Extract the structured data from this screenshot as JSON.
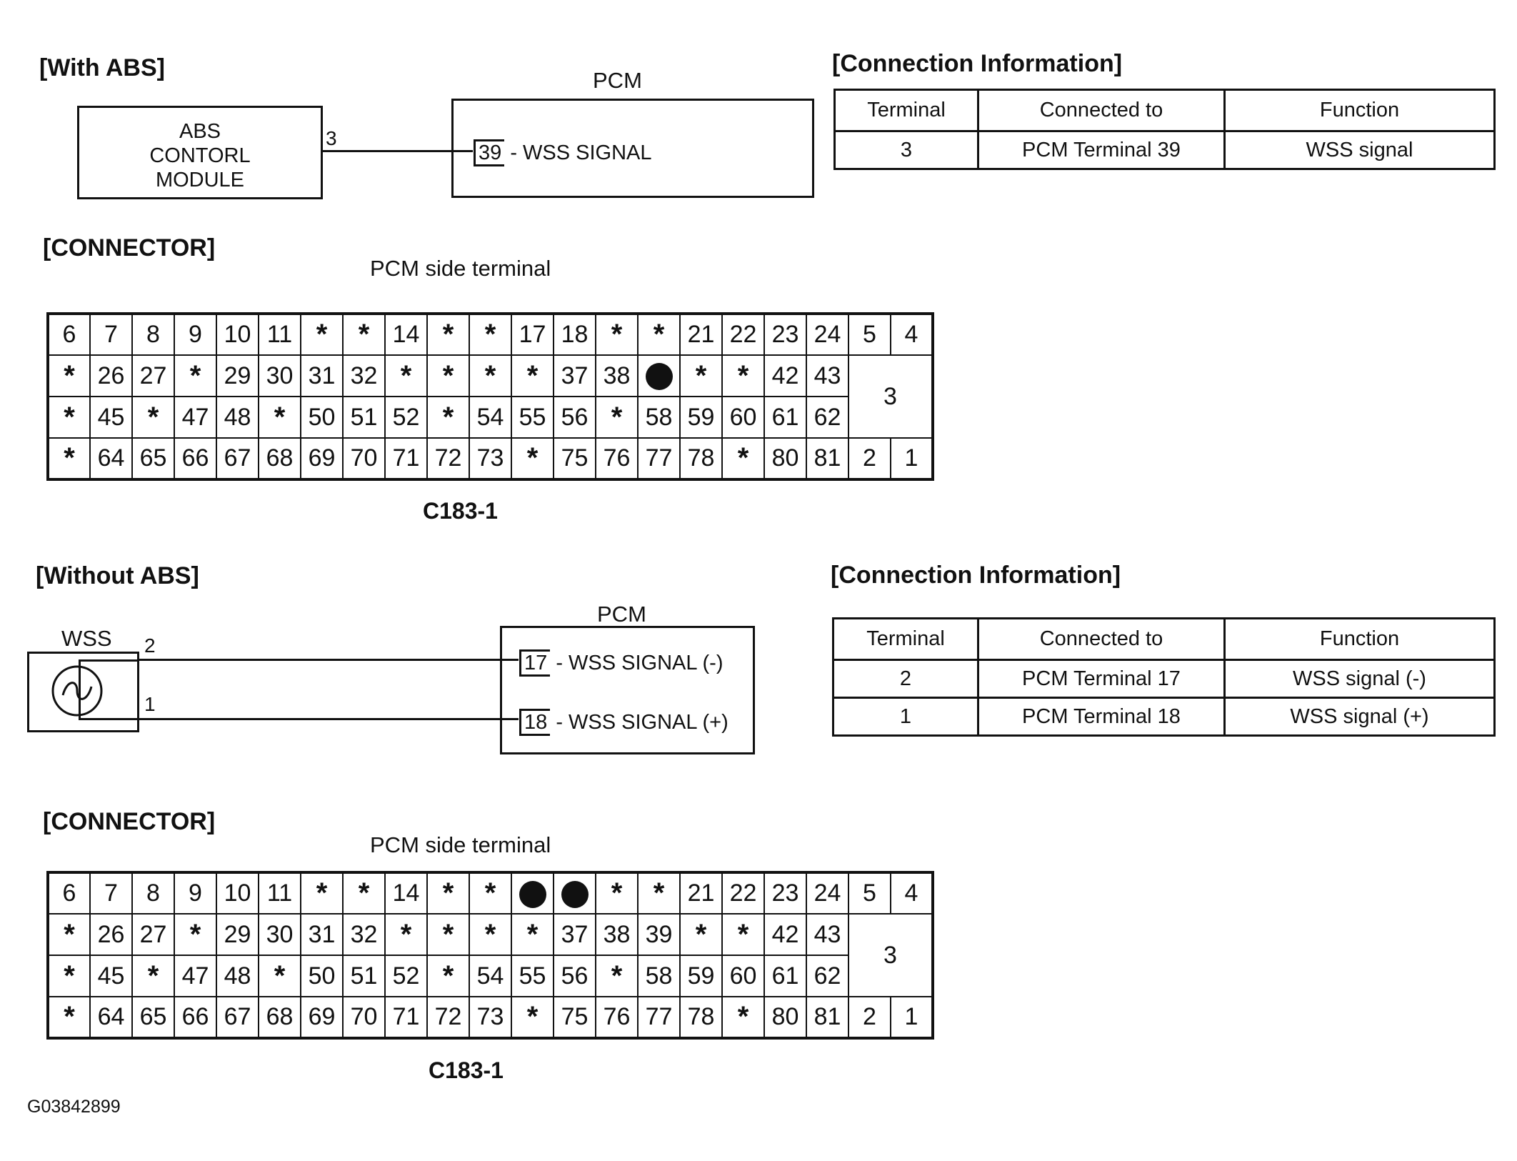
{
  "sections": {
    "with_abs": {
      "title": "[With ABS]",
      "abs_module": {
        "lines": [
          "ABS",
          "CONTORL",
          "MODULE"
        ],
        "pin": "3"
      },
      "pcm": {
        "label": "PCM",
        "terminal": "39",
        "signal": " - WSS SIGNAL"
      },
      "connection_title": "[Connection Information]",
      "connection_table": {
        "headers": [
          "Terminal",
          "Connected to",
          "Function"
        ],
        "rows": [
          [
            "3",
            "PCM Terminal 39",
            "WSS signal"
          ]
        ]
      },
      "connector_title": "[CONNECTOR]",
      "connector_subtitle": "PCM side terminal",
      "connector_id": "C183-1"
    },
    "without_abs": {
      "title": "[Without ABS]",
      "wss": {
        "label": "WSS",
        "pin_top": "2",
        "pin_bottom": "1"
      },
      "pcm": {
        "label": "PCM",
        "terminal_a": "17",
        "signal_a": " - WSS SIGNAL (-)",
        "terminal_b": "18",
        "signal_b": " - WSS SIGNAL (+)"
      },
      "connection_title": "[Connection Information]",
      "connection_table": {
        "headers": [
          "Terminal",
          "Connected to",
          "Function"
        ],
        "rows": [
          [
            "2",
            "PCM Terminal 17",
            "WSS signal (-)"
          ],
          [
            "1",
            "PCM Terminal 18",
            "WSS signal (+)"
          ]
        ]
      },
      "connector_title": "[CONNECTOR]",
      "connector_subtitle": "PCM side terminal",
      "connector_id": "C183-1"
    }
  },
  "connector_with_abs": {
    "rows": [
      [
        "6",
        "7",
        "8",
        "9",
        "10",
        "11",
        "*",
        "*",
        "14",
        "*",
        "*",
        "17",
        "18",
        "*",
        "*",
        "21",
        "22",
        "23",
        "24",
        "5",
        "4"
      ],
      [
        "*",
        "26",
        "27",
        "*",
        "29",
        "30",
        "31",
        "32",
        "*",
        "*",
        "*",
        "*",
        "37",
        "38",
        "●",
        "*",
        "*",
        "42",
        "43"
      ],
      [
        "*",
        "45",
        "*",
        "47",
        "48",
        "*",
        "50",
        "51",
        "52",
        "*",
        "54",
        "55",
        "56",
        "*",
        "58",
        "59",
        "60",
        "61",
        "62"
      ],
      [
        "*",
        "64",
        "65",
        "66",
        "67",
        "68",
        "69",
        "70",
        "71",
        "72",
        "73",
        "*",
        "75",
        "76",
        "77",
        "78",
        "*",
        "80",
        "81",
        "2",
        "1"
      ]
    ],
    "big_pin": "3"
  },
  "connector_without_abs": {
    "rows": [
      [
        "6",
        "7",
        "8",
        "9",
        "10",
        "11",
        "*",
        "*",
        "14",
        "*",
        "*",
        "●",
        "●",
        "*",
        "*",
        "21",
        "22",
        "23",
        "24",
        "5",
        "4"
      ],
      [
        "*",
        "26",
        "27",
        "*",
        "29",
        "30",
        "31",
        "32",
        "*",
        "*",
        "*",
        "*",
        "37",
        "38",
        "39",
        "*",
        "*",
        "42",
        "43"
      ],
      [
        "*",
        "45",
        "*",
        "47",
        "48",
        "*",
        "50",
        "51",
        "52",
        "*",
        "54",
        "55",
        "56",
        "*",
        "58",
        "59",
        "60",
        "61",
        "62"
      ],
      [
        "*",
        "64",
        "65",
        "66",
        "67",
        "68",
        "69",
        "70",
        "71",
        "72",
        "73",
        "*",
        "75",
        "76",
        "77",
        "78",
        "*",
        "80",
        "81",
        "2",
        "1"
      ]
    ],
    "big_pin": "3"
  },
  "footer": {
    "code": "G03842899"
  }
}
